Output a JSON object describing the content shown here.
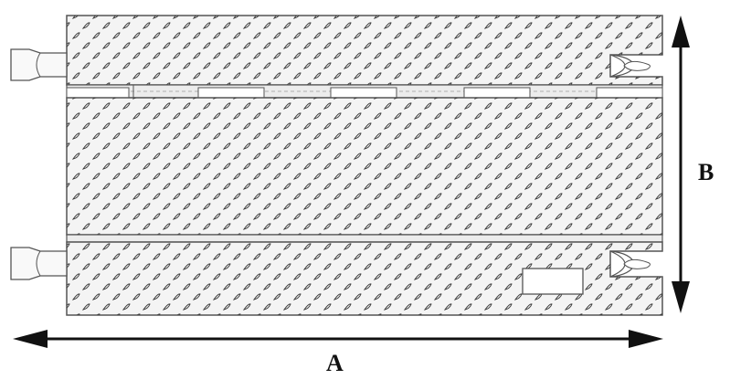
{
  "diagram": {
    "dimensions": {
      "width_label": "A",
      "height_label": "B"
    },
    "colors": {
      "outline": "#555555",
      "plate_fill": "#f4f4f4",
      "tread": "#3a3a3a",
      "arrow": "#111111",
      "lid_strip": "#ececec"
    },
    "components": [
      "top-ramp",
      "cable-channel-lid",
      "bottom-ramp",
      "connector-male",
      "connector-female",
      "label-plate"
    ]
  }
}
